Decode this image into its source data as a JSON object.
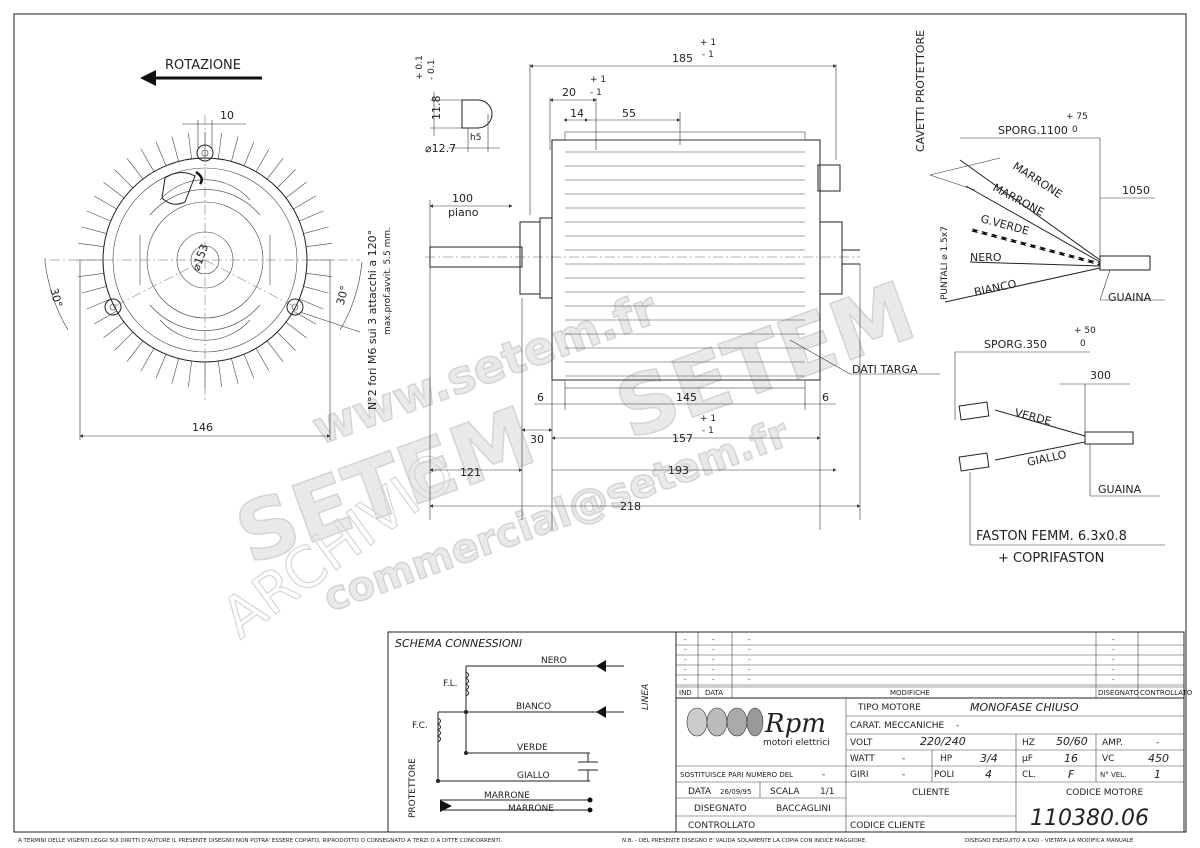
{
  "drawing": {
    "rotation_label": "ROTAZIONE",
    "front_view": {
      "dim_top": "10",
      "dim_diam": "⌀153",
      "dim_width": "146",
      "angle_left": "30°",
      "angle_right": "30°",
      "holes_note_1": "N°2 fori M6 sui 3 attacchi a 120°",
      "holes_note_2": "max.prof.avvit. 5.5 mm."
    },
    "shaft_detail": {
      "tol_upper": "+ 0.1",
      "tol_lower": "- 0.1",
      "flat_dim": "11.8",
      "diam": "⌀12.7",
      "fit": "h5"
    },
    "side_view": {
      "overall": "185",
      "overall_tol_upper": "+ 1",
      "overall_tol_lower": "- 1",
      "d20": "20",
      "d20_tol_upper": "+ 1",
      "d20_tol_lower": "- 1",
      "d14": "14",
      "d55": "55",
      "d100": "100",
      "piano": "piano",
      "d6_left": "6",
      "d145": "145",
      "d6_right": "6",
      "d30": "30",
      "d157": "157",
      "d157_tol_upper": "+ 1",
      "d157_tol_lower": "- 1",
      "d121": "121",
      "d193": "193",
      "d218": "218",
      "dati_targa": "DATI TARGA"
    },
    "cables_main": {
      "title": "CAVETTI PROTETTORE",
      "sporg": "SPORG.1100",
      "sporg_tol_upper": "+ 75",
      "sporg_tol_lower": "0",
      "dim_1050": "1050",
      "puntali": "PUNTALI ⌀ 1.5x7",
      "wires": [
        "MARRONE",
        "MARRONE",
        "G.VERDE",
        "NERO",
        "BIANCO"
      ],
      "guaina": "GUAINA"
    },
    "cables_cap": {
      "sporg": "SPORG.350",
      "sporg_tol_upper": "+ 50",
      "sporg_tol_lower": "0",
      "dim_300": "300",
      "wires": [
        "VERDE",
        "GIALLO"
      ],
      "guaina": "GUAINA",
      "faston": "FASTON FEMM. 6.3x0.8",
      "coprifaston": "+ COPRIFASTON"
    }
  },
  "watermarks": {
    "big": "SETEM",
    "url": "www.setem.fr",
    "email": "commercial@setem.fr",
    "archive": "ARCHIVIO"
  },
  "schema": {
    "title": "SCHEMA CONNESSIONI",
    "fl": "F.L.",
    "fc": "F.C.",
    "linea": "LINEA",
    "protettore": "PROTETTORE",
    "wires": [
      "NERO",
      "BIANCO",
      "VERDE",
      "GIALLO",
      "MARRONE",
      "MARRONE"
    ]
  },
  "revisions": {
    "rows": [
      [
        "-",
        "-",
        "-",
        "-"
      ],
      [
        "-",
        "-",
        "-",
        "-"
      ],
      [
        "-",
        "-",
        "-",
        "-"
      ],
      [
        "-",
        "-",
        "-",
        "-"
      ],
      [
        "-",
        "-",
        "-",
        "-"
      ]
    ],
    "headers": {
      "ind": "IND",
      "data": "DATA",
      "modifiche": "MODIFICHE",
      "disegnato": "DISEGNATO",
      "controllato": "CONTROLLATO"
    }
  },
  "titleblock": {
    "logo_name": "Rpm",
    "logo_sub": "motori elettrici",
    "tipo_motore_label": "TIPO MOTORE",
    "tipo_motore": "MONOFASE CHIUSO",
    "carat_label": "CARAT. MECCANICHE",
    "carat_value": "-",
    "volt_label": "VOLT",
    "volt": "220/240",
    "hz_label": "HZ",
    "hz": "50/60",
    "amp_label": "AMP.",
    "amp": "-",
    "watt_label": "WATT",
    "watt": "-",
    "hp_label": "HP",
    "hp": "3/4",
    "uf_label": "μF",
    "uf": "16",
    "vc_label": "VC",
    "vc": "450",
    "giri_label": "GIRI",
    "giri": "-",
    "poli_label": "POLI",
    "poli": "4",
    "cl_label": "CL.",
    "cl": "F",
    "nvel_label": "N° VEL.",
    "nvel": "1",
    "sostituisce_label": "SOSTITUISCE PARI NUMERO DEL",
    "sostituisce": "-",
    "data_label": "DATA",
    "data": "26/09/95",
    "scala_label": "SCALA",
    "scala": "1/1",
    "disegnato_label": "DISEGNATO",
    "disegnato": "BACCAGLINI",
    "controllato_label": "CONTROLLATO",
    "cliente_label": "CLIENTE",
    "codice_cliente_label": "CODICE CLIENTE",
    "codice_motore_label": "CODICE MOTORE",
    "codice_motore": "110380.06"
  },
  "footer": {
    "left": "A TERMINI DELLE VIGENTI LEGGI SUI DIRITTI D'AUTORE IL PRESENTE DISEGNO NON POTRA' ESSERE COPIATO, RIPRODOTTO O CONSEGNATO A TERZI O A DITTE CONCORRENTI.",
    "mid": "N.B. - DEL PRESENTE DISEGNO E' VALIDA SOLAMENTE LA COPIA CON INDICE MAGGIORE.",
    "right": "DISEGNO ESEGUITO A CAD - VIETATA LA MODIFICA MANUALE"
  }
}
